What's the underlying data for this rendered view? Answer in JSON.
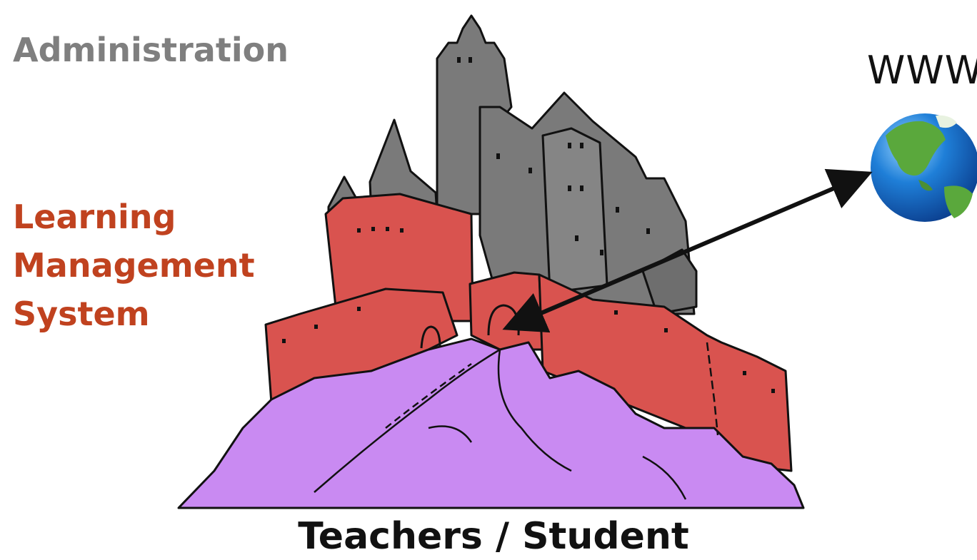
{
  "labels": {
    "administration": "Administration",
    "lms_line1": "Learning",
    "lms_line2": "Management",
    "lms_line3": "System",
    "www": "WWW",
    "bottom": "Teachers / Student"
  },
  "icons": {
    "castle": "castle-icon",
    "globe": "globe-icon",
    "arrow": "double-arrow-icon"
  },
  "colors": {
    "administration": "#7f7f7f",
    "lms": "#c0421f",
    "castle_upper": "#7a7a7a",
    "castle_walls": "#d9534f",
    "rock": "#c98af2",
    "globe_ocean": "#1f7fd8",
    "globe_land": "#5aa83c"
  }
}
